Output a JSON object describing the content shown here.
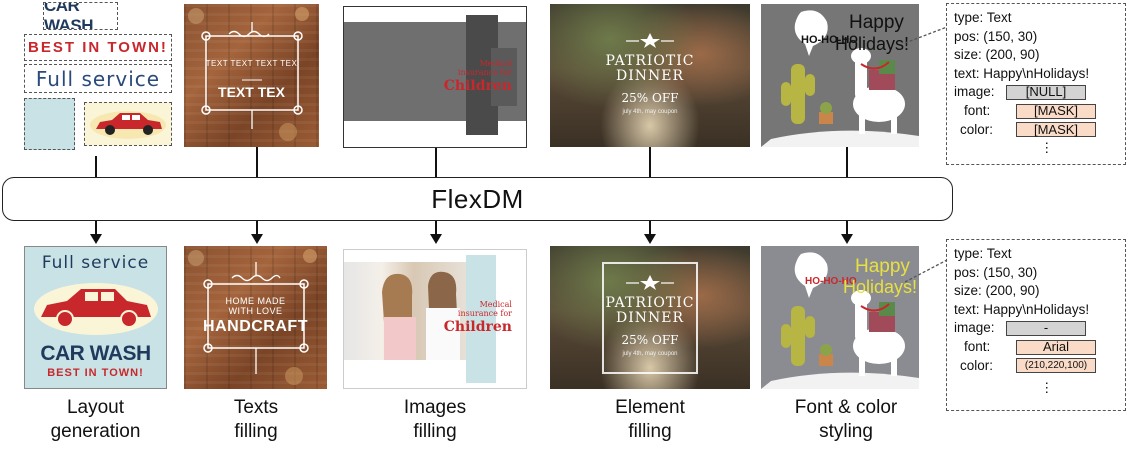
{
  "diagram": {
    "center_label": "FlexDM",
    "captions": [
      {
        "line1": "Layout",
        "line2": "generation"
      },
      {
        "line1": "Texts",
        "line2": "filling"
      },
      {
        "line1": "Images",
        "line2": "filling"
      },
      {
        "line1": "Element",
        "line2": "filling"
      },
      {
        "line1": "Font & color",
        "line2": "styling"
      }
    ]
  },
  "layout_inputs": {
    "car_wash": "CAR WASH",
    "best_in_town": "BEST IN TOWN!",
    "full_service": "Full service"
  },
  "layout_output": {
    "full_service": "Full service",
    "car_wash": "CAR WASH",
    "best_in_town": "BEST IN TOWN!"
  },
  "texts_input": {
    "line1": "TEXT TEXT TEXT TEX",
    "line2": "TEXT TEX"
  },
  "texts_output": {
    "line1": "HOME MADE",
    "line2": "WITH LOVE",
    "line3": "HANDCRAFT"
  },
  "images_input": {
    "line1": "Medical",
    "line2": "insurance for",
    "line3": "Children"
  },
  "images_output": {
    "line1": "Medical",
    "line2": "insurance for",
    "line3": "Children"
  },
  "element_input": {
    "title1": "PATRIOTIC",
    "title2": "DINNER",
    "offer": "25% OFF",
    "small": "july 4th, may coupon"
  },
  "element_output": {
    "title1": "PATRIOTIC",
    "title2": "DINNER",
    "offer": "25% OFF",
    "small": "july 4th, may coupon"
  },
  "style_input": {
    "happy": "Happy",
    "holidays": "Holidays!",
    "hohoho": "HO-HO-HO"
  },
  "style_output": {
    "happy": "Happy",
    "holidays": "Holidays!",
    "hohoho": "HO-HO-HO"
  },
  "callout_top": {
    "type": "type: Text",
    "pos": "pos: (150, 30)",
    "size": "size: (200, 90)",
    "text": "text: Happy\\nHolidays!",
    "image_key": "image:",
    "image_val": "[NULL]",
    "font_key": "font:",
    "font_val": "[MASK]",
    "color_key": "color:",
    "color_val": "[MASK]",
    "ellipsis": "⋮"
  },
  "callout_bottom": {
    "type": "type: Text",
    "pos": "pos: (150, 30)",
    "size": "size: (200, 90)",
    "text": "text: Happy\\nHolidays!",
    "image_key": "image:",
    "image_val": "-",
    "font_key": "font:",
    "font_val": "Arial",
    "color_key": "color:",
    "color_val": "(210,220,100)",
    "ellipsis": "⋮"
  },
  "colors": {
    "navy": "#1f3a5c",
    "red": "#c8282c",
    "light_blue": "#c9e2e6",
    "masked_fill": "#f9dbc8",
    "null_fill": "#d3d3d3",
    "happy_yellow": "#e8e040"
  }
}
